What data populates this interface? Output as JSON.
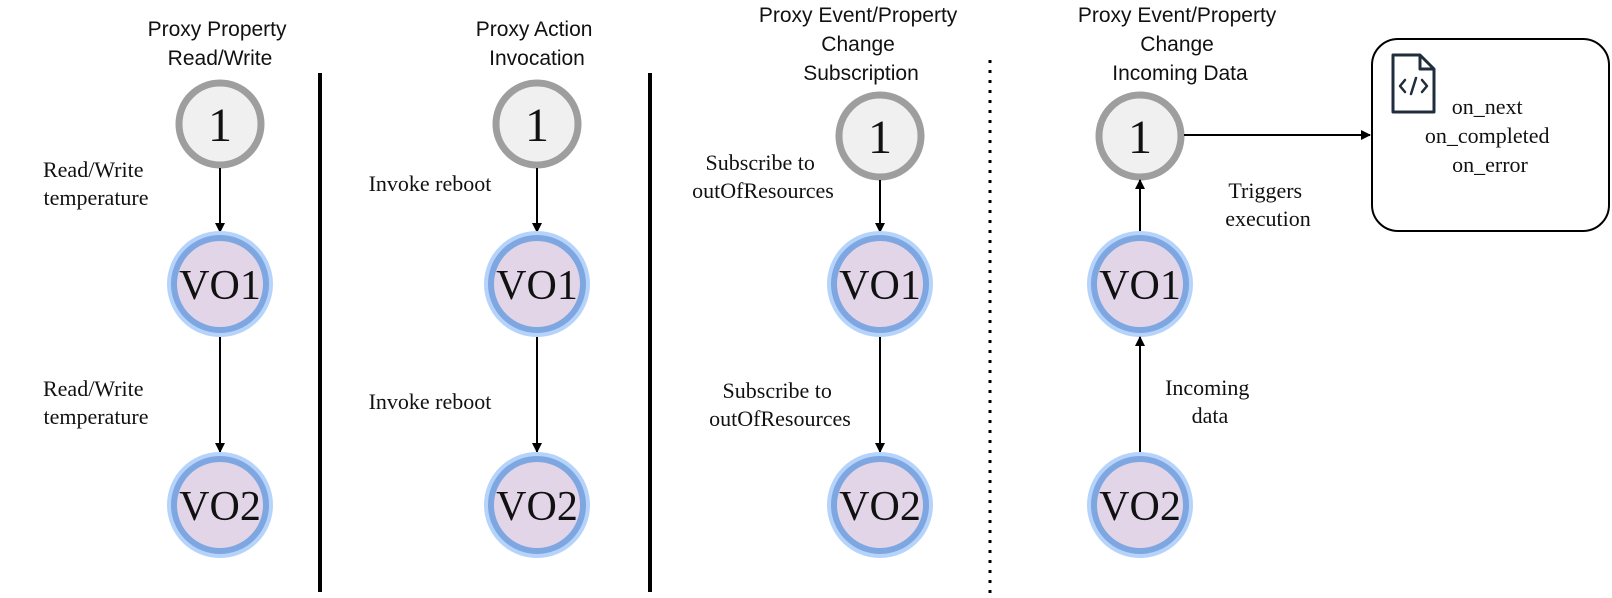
{
  "columns": [
    {
      "header": [
        "Proxy Property",
        "Read/Write"
      ],
      "top_node": "1",
      "edge1_label": [
        "Read/Write",
        "temperature"
      ],
      "mid_node": "VO1",
      "edge2_label": [
        "Read/Write",
        "temperature"
      ],
      "bottom_node": "VO2"
    },
    {
      "header": [
        "Proxy Action",
        "Invocation"
      ],
      "top_node": "1",
      "edge1_label": [
        "Invoke reboot"
      ],
      "mid_node": "VO1",
      "edge2_label": [
        "Invoke reboot"
      ],
      "bottom_node": "VO2"
    },
    {
      "header": [
        "Proxy Event/Property",
        "Change",
        "Subscription"
      ],
      "top_node": "1",
      "edge1_label": [
        "Subscribe to",
        "outOfResources"
      ],
      "mid_node": "VO1",
      "edge2_label": [
        "Subscribe to",
        "outOfResources"
      ],
      "bottom_node": "VO2"
    },
    {
      "header": [
        "Proxy Event/Property",
        "Change",
        "Incoming Data"
      ],
      "top_node": "1",
      "edge1_label": [
        "Triggers",
        "execution"
      ],
      "mid_node": "VO1",
      "edge2_label": [
        "Incoming",
        "data"
      ],
      "bottom_node": "VO2"
    }
  ],
  "callback_box": {
    "icon": "code-file-icon",
    "lines": [
      "on_next",
      "on_completed",
      "on_error"
    ]
  },
  "colors": {
    "vo_fill": "#e1d5e7",
    "vo_ring": "#7ea6e0",
    "vo_halo": "#b5d3fb",
    "one_fill": "#f0f0f0",
    "one_ring": "#9e9e9e",
    "line": "#000000"
  }
}
